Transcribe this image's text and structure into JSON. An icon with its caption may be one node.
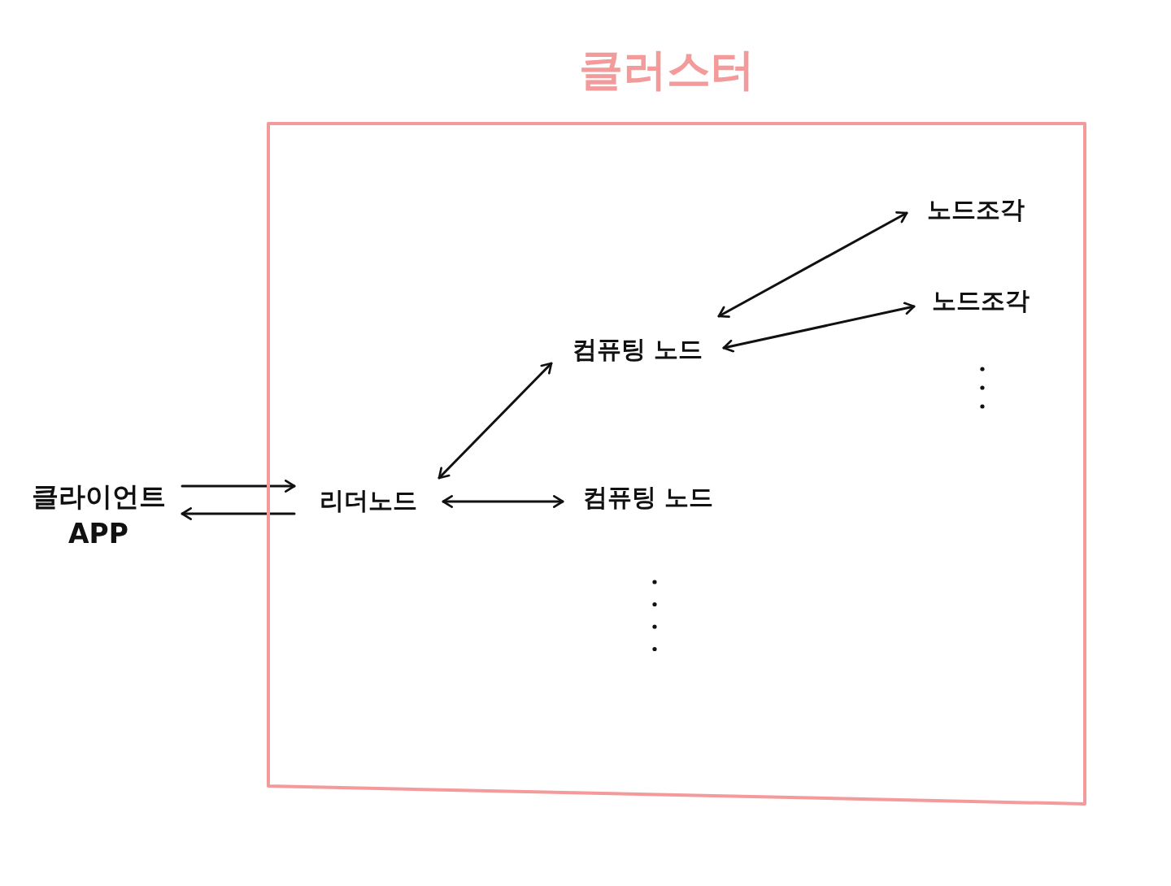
{
  "diagram": {
    "nodes": [
      {
        "text": [
          "클러스터"
        ]
      },
      {
        "text": [
          "클라이언트 APP"
        ]
      },
      {
        "text": [
          "리더노드"
        ],
        "in": 0
      },
      {
        "text": [
          "컴퓨팅 노드"
        ],
        "in": 0
      },
      {
        "text": [
          "컴퓨팅 노드"
        ],
        "in": 0
      },
      {
        "text": [
          "노드조각"
        ],
        "in": 0
      },
      {
        "text": [
          "노드조각"
        ],
        "in": 0
      }
    ],
    "edges": [
      {
        "from": 1,
        "to": 2,
        "arrow": "to"
      },
      {
        "from": 2,
        "to": 1,
        "arrow": "to"
      },
      {
        "from": 2,
        "to": 3,
        "arrow": "both"
      },
      {
        "from": 2,
        "to": 4,
        "arrow": "both"
      },
      {
        "from": 3,
        "to": 5,
        "arrow": "both"
      },
      {
        "from": 3,
        "to": 6,
        "arrow": "both"
      }
    ]
  }
}
